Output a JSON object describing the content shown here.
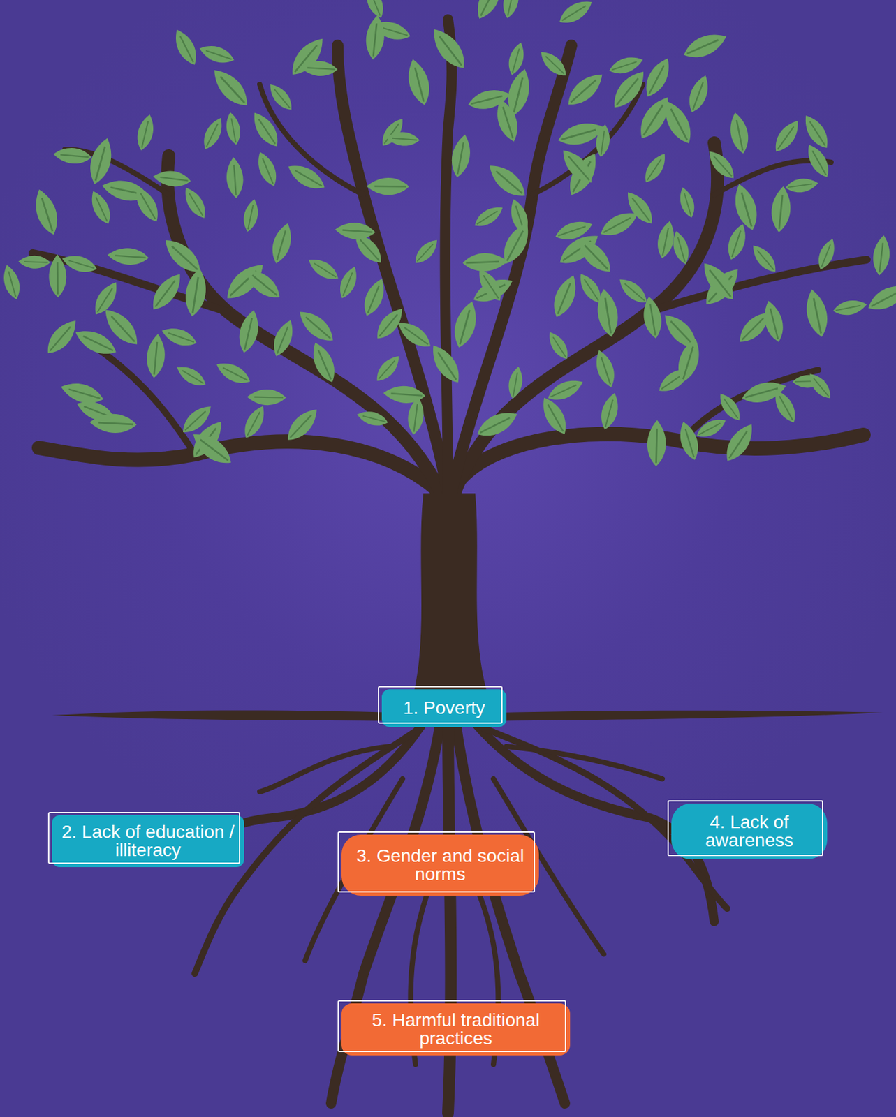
{
  "diagram": {
    "nodes": [
      {
        "text": [
          "1. Poverty"
        ]
      },
      {
        "text": [
          "2. Lack of education / illiteracy"
        ]
      },
      {
        "text": [
          "3. Gender and social norms"
        ]
      },
      {
        "text": [
          "4. Lack of awareness"
        ]
      },
      {
        "text": [
          "5. Harmful traditional practices"
        ]
      }
    ]
  }
}
